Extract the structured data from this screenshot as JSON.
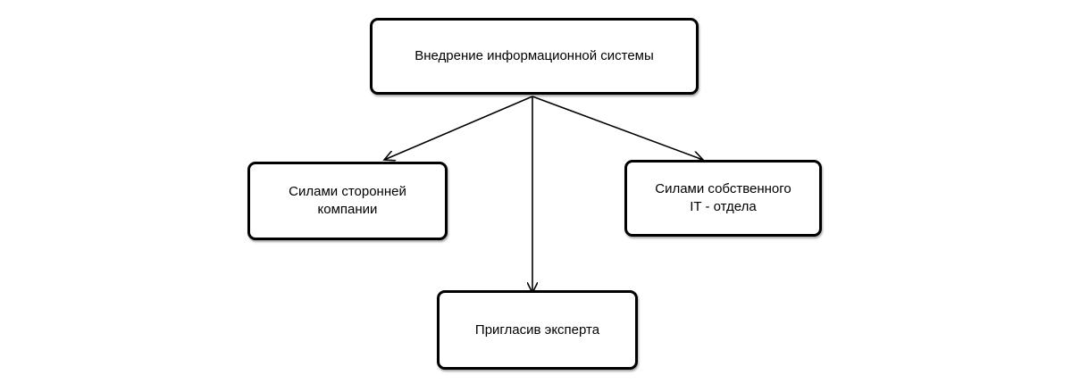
{
  "diagram": {
    "root": {
      "label": "Внедрение информационной системы"
    },
    "children": [
      {
        "id": "left",
        "label": "Силами сторонней\nкомпании"
      },
      {
        "id": "bottom",
        "label": "Пригласив эксперта"
      },
      {
        "id": "right",
        "label": "Силами собственного\nIT - отдела"
      }
    ],
    "edges": [
      {
        "from": "root",
        "to": "left"
      },
      {
        "from": "root",
        "to": "bottom"
      },
      {
        "from": "root",
        "to": "right"
      }
    ]
  }
}
